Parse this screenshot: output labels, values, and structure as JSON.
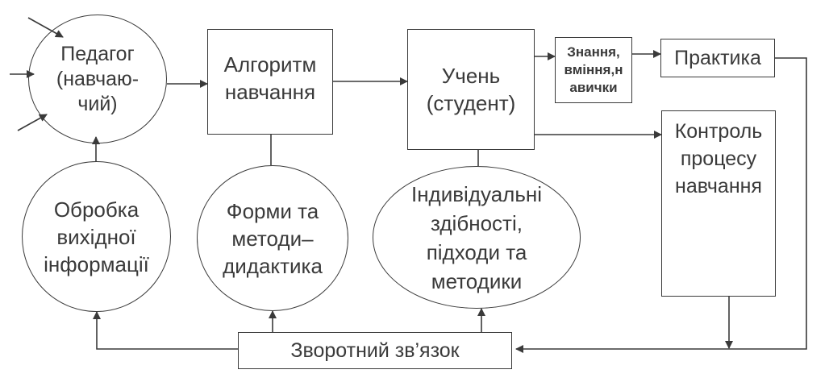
{
  "nodes": {
    "teacher": "Педагог\n(навчаю-\nчий)",
    "algorithm": "Алгоритм\nнавчання",
    "student": "Учень\n(студент)",
    "knowledge": "Знання,\nвміння,н\nавички",
    "practice": "Практика",
    "control": "Контроль\nпроцесу\nнавчання",
    "processing": "Обробка\nвихідної\nінформації",
    "forms": "Форми та\nметоди–\nдидактика",
    "individual": "Індивідуальні\nздібності,\nпідходи та\nметодики",
    "feedback": "Зворотний зв’язок"
  },
  "colors": {
    "line": "#3a3a3a",
    "background": "#ffffff"
  }
}
